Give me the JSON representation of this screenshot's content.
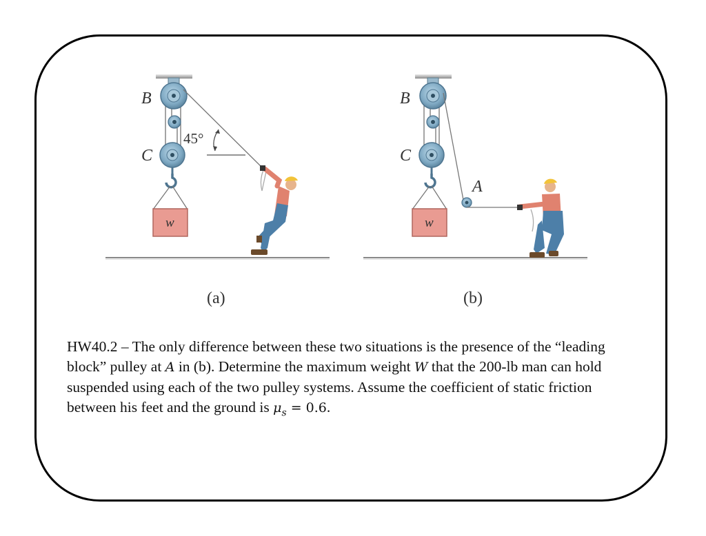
{
  "figure_a": {
    "caption": "(a)",
    "label_b": "B",
    "label_c": "C",
    "angle": "45°",
    "weight": "w"
  },
  "figure_b": {
    "caption": "(b)",
    "label_b": "B",
    "label_c": "C",
    "label_a": "A",
    "weight": "w"
  },
  "problem": {
    "id": "HW40.2",
    "dash": " – ",
    "text_1": "The only difference between these two situations is the presence of the “leading block” pulley at ",
    "var_a": "A",
    "text_2": " in (b). Determine the maximum weight ",
    "var_w": "W",
    "text_3": " that the 200-lb man can hold suspended using each of the two pulley systems. Assume the coefficient of static friction between his feet and the ground is ",
    "var_mu": "μ",
    "var_mu_sub": "s",
    "eq": " = 0.6",
    "end": "."
  }
}
